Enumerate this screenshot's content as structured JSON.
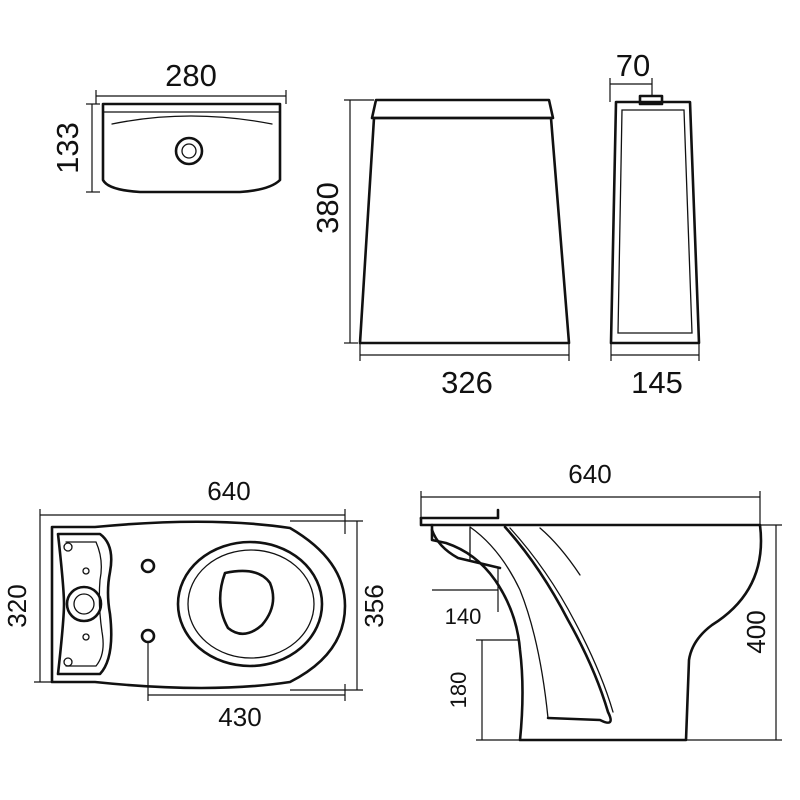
{
  "colors": {
    "line": "#111111",
    "background": "#ffffff"
  },
  "dimensions": {
    "tank_top_width": "280",
    "tank_top_depth": "133",
    "tank_front_height": "380",
    "tank_front_width": "326",
    "tank_side_top": "70",
    "tank_side_width": "145",
    "bowl_top_length": "640",
    "bowl_top_width_left": "320",
    "bowl_top_width_right": "356",
    "bowl_top_bolt_span": "430",
    "bowl_side_length": "640",
    "bowl_side_outlet_height": "140",
    "bowl_side_floor_height": "180",
    "bowl_side_height": "400"
  }
}
